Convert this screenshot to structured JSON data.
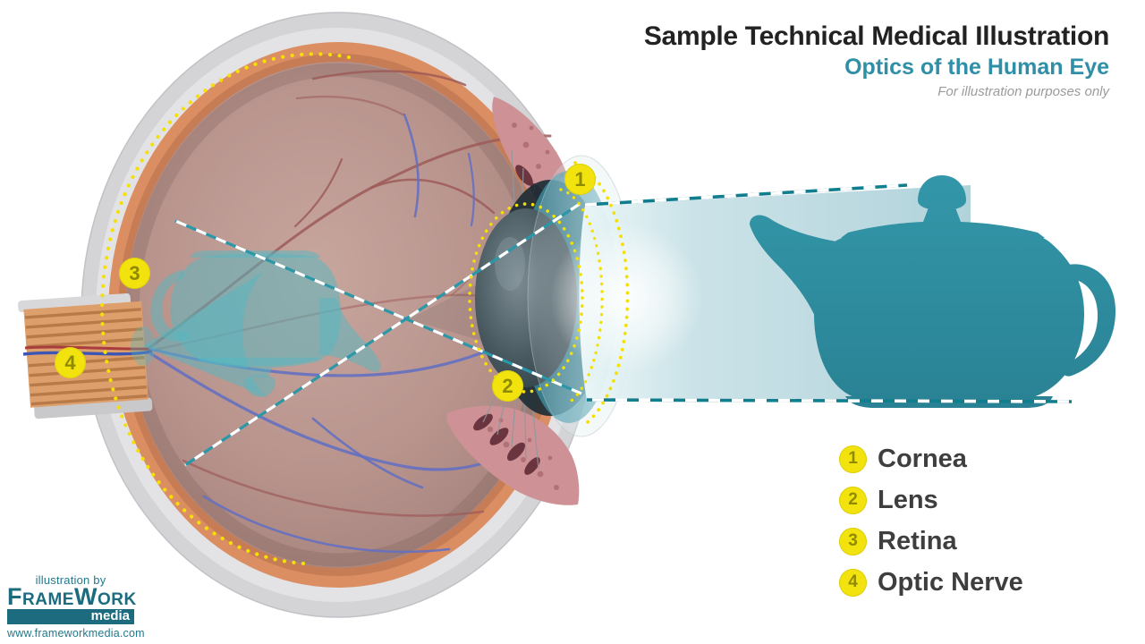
{
  "header": {
    "title": "Sample Technical Medical Illustration",
    "subtitle": "Optics of the Human Eye",
    "disclaimer": "For illustration purposes only"
  },
  "legend": {
    "items": [
      {
        "num": "1",
        "label": "Cornea"
      },
      {
        "num": "2",
        "label": "Lens"
      },
      {
        "num": "3",
        "label": "Retina"
      },
      {
        "num": "4",
        "label": "Optic Nerve"
      }
    ]
  },
  "markers": [
    {
      "num": "1"
    },
    {
      "num": "2"
    },
    {
      "num": "3"
    },
    {
      "num": "4"
    }
  ],
  "logo": {
    "credit": "illustration by",
    "name_f": "F",
    "name_rame": "RAME",
    "name_w": "W",
    "name_ork": "ORK",
    "media": "media",
    "url": "www.frameworkmedia.com"
  },
  "colors": {
    "accent_teal": "#2E8FA6",
    "teapot_teal": "#2E8EA0",
    "marker_yellow": "#F2E30E",
    "marker_number": "#8F8A00",
    "retina_dots": "#F4E004",
    "logo_teal": "#1C6B7E",
    "sclera_gray": "#D4D4D7",
    "choroid_orange": "#DB8E62",
    "vitreous_mauve": "#B28C85"
  }
}
